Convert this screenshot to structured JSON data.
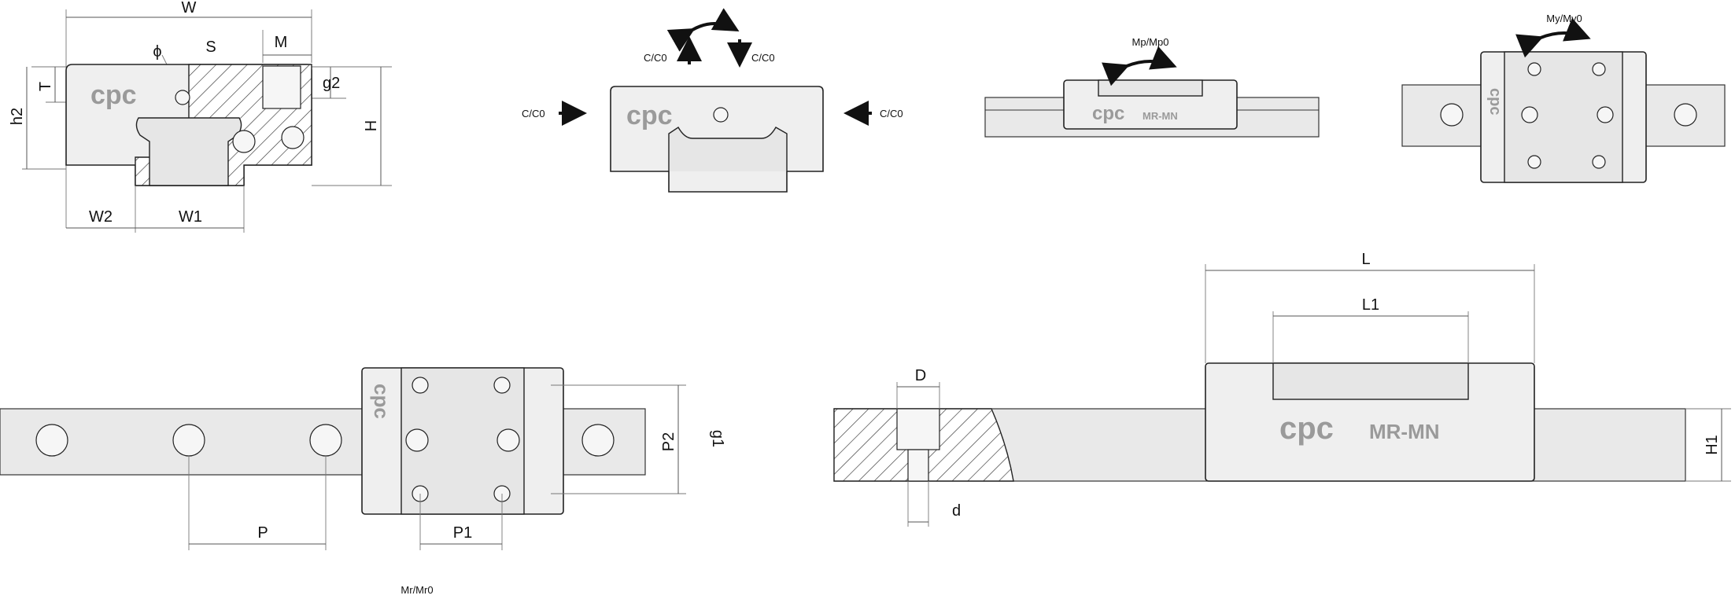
{
  "brand": "cpc",
  "model": "MR-MN",
  "cross_section": {
    "labels": {
      "W": "W",
      "W1": "W1",
      "W2": "W2",
      "H": "H",
      "h2": "h2",
      "T": "T",
      "M": "M",
      "g2": "g2",
      "S": "S",
      "phi": "ϕ"
    }
  },
  "load_views": {
    "front": {
      "c_left": "C/C0",
      "c_right": "C/C0",
      "c_up": "C/C0",
      "c_down": "C/C0"
    },
    "side": {
      "moment": "Mp/Mp0"
    },
    "top": {
      "moment": "My/My0"
    },
    "roll": {
      "moment": "Mr/Mr0"
    }
  },
  "top_view": {
    "labels": {
      "P": "P",
      "P1": "P1",
      "P2": "P2",
      "g1": "g1"
    }
  },
  "side_view": {
    "labels": {
      "L": "L",
      "L1": "L1",
      "D": "D",
      "d": "d",
      "H1": "H1"
    }
  },
  "colors": {
    "line": "#222222",
    "fill": "#efefef",
    "logo": "#9a9a9a"
  }
}
